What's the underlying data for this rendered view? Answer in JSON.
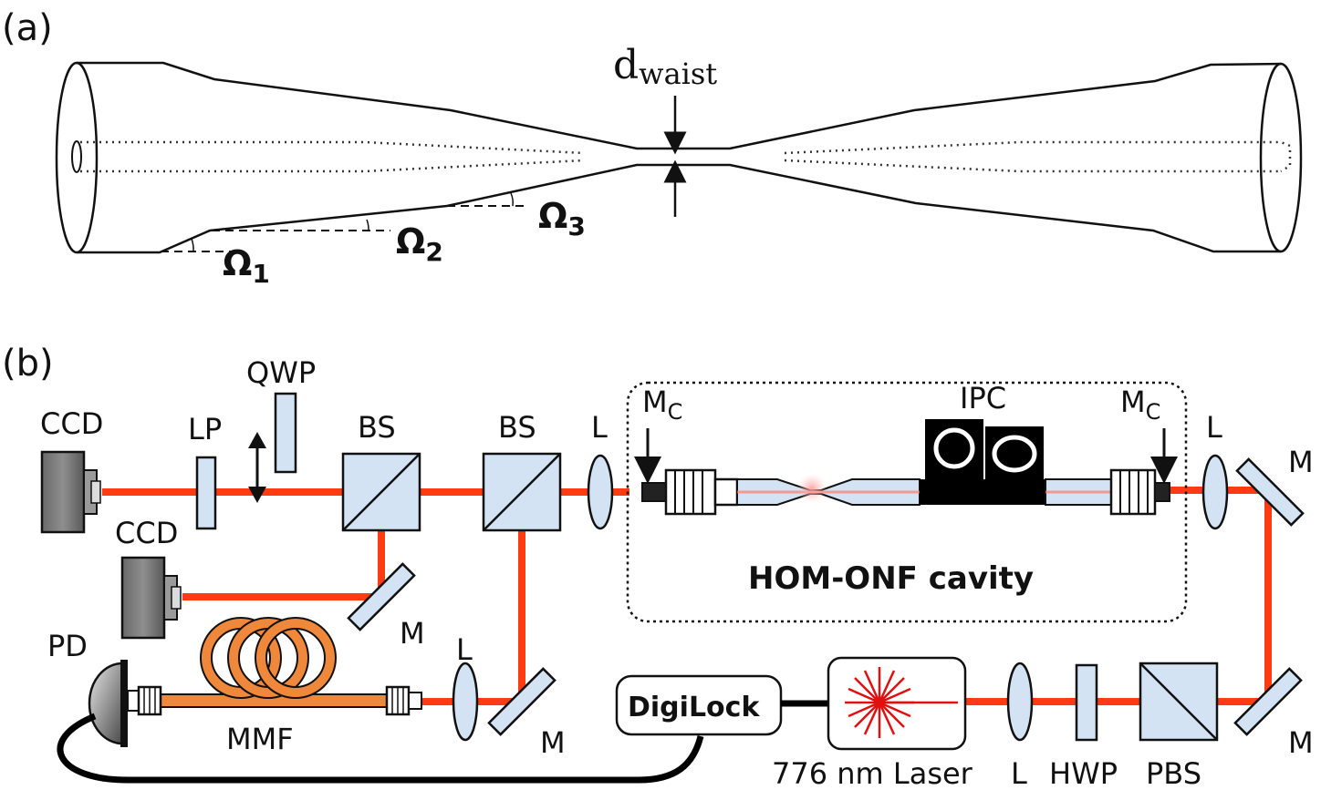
{
  "panel_a": {
    "label": "(a)",
    "waist_label_main": "d",
    "waist_label_sub": "waist",
    "angle_symbol": "Ω",
    "angles": [
      "1",
      "2",
      "3"
    ]
  },
  "panel_b": {
    "label": "(b)",
    "components": {
      "ccd_top": "CCD",
      "ccd_bottom": "CCD",
      "lp": "LP",
      "qwp": "QWP",
      "bs_left": "BS",
      "bs_right": "BS",
      "lens_top_left": "L",
      "lens_top_right": "L",
      "lens_bottom_mid": "L",
      "lens_bottom_right": "L",
      "mirror_cavity_main": "M",
      "mirror_cavity_sub": "C",
      "ipc": "IPC",
      "cavity_label": "HOM-ONF cavity",
      "mirror_ccd": "M",
      "mirror_fiber": "M",
      "mirror_top_right": "M",
      "mirror_bottom_right": "M",
      "pd": "PD",
      "mmf": "MMF",
      "digilock": "DigiLock",
      "laser": "776 nm Laser",
      "hwp": "HWP",
      "pbs": "PBS"
    }
  }
}
